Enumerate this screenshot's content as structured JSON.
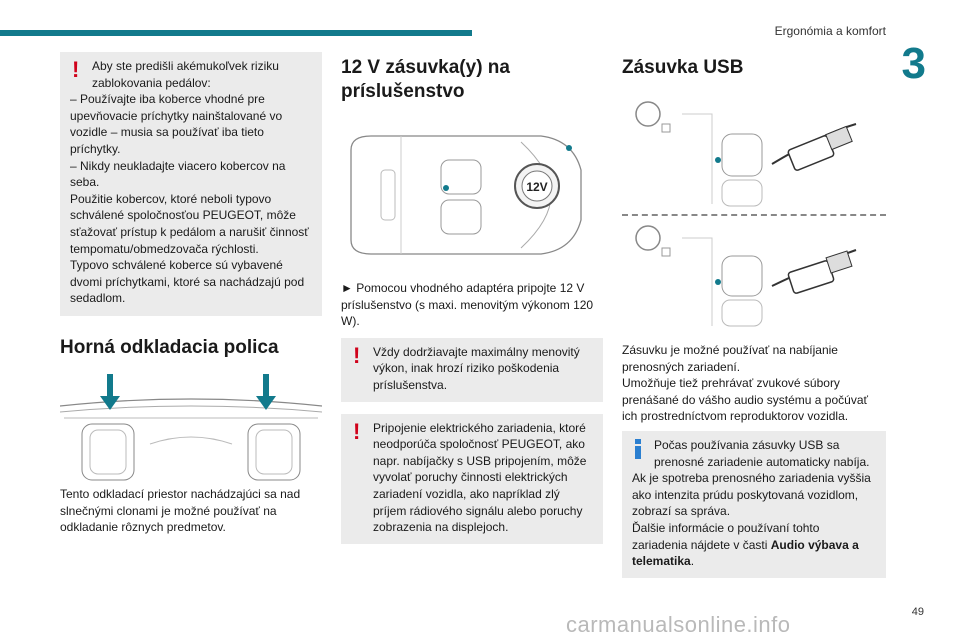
{
  "header": {
    "section": "Ergonómia a komfort",
    "chapter": "3"
  },
  "col1": {
    "warning": [
      "Aby ste predišli akémukoľvek riziku zablokovania pedálov:",
      "– Používajte iba koberce vhodné pre upevňovacie príchytky nainštalované vo vozidle – musia sa používať iba tieto príchytky.",
      "– Nikdy neukladajte viacero kobercov na seba.",
      "Použitie kobercov, ktoré neboli typovo schválené spoločnosťou PEUGEOT, môže sťažovať prístup k pedálom a narušiť činnosť tempomatu/obmedzovača rýchlosti.",
      "Typovo schválené koberce sú vybavené dvomi príchytkami, ktoré sa nachádzajú pod sedadlom."
    ],
    "heading": "Horná odkladacia polica",
    "text": "Tento odkladací priestor nachádzajúci sa nad slnečnými clonami je možné používať na odkladanie rôznych predmetov."
  },
  "col2": {
    "heading": "12 V zásuvka(y) na príslušenstvo",
    "socket_label": "12V",
    "instruction": "► Pomocou vhodného adaptéra pripojte 12 V príslušenstvo (s maxi. menovitým výkonom 120 W).",
    "warning1": "Vždy dodržiavajte maximálny menovitý výkon, inak hrozí riziko poškodenia príslušenstva.",
    "warning2": "Pripojenie elektrického zariadenia, ktoré neodporúča spoločnosť PEUGEOT, ako napr. nabíjačky s USB pripojením, môže vyvolať poruchy činnosti elektrických zariadení vozidla, ako napríklad zlý príjem rádiového signálu alebo poruchy zobrazenia na displejoch."
  },
  "col3": {
    "heading": "Zásuvka USB",
    "text": [
      "Zásuvku je možné používať na nabíjanie prenosných zariadení.",
      "Umožňuje tiež prehrávať zvukové súbory prenášané do vášho audio systému a počúvať ich prostredníctvom reproduktorov vozidla."
    ],
    "info": {
      "line1": "Počas používania zásuvky USB sa prenosné zariadenie automaticky nabíja.",
      "line2": "Ak je spotreba prenosného zariadenia vyššia ako intenzita prúdu poskytovaná vozidlom, zobrazí sa správa.",
      "line3_prefix": "Ďalšie informácie o používaní tohto zariadenia nájdete v časti ",
      "line3_bold": "Audio výbava a telematika",
      "line3_suffix": "."
    }
  },
  "footer": {
    "page": "49",
    "watermark": "carmanualsonline.info"
  },
  "colors": {
    "accent": "#127a8c",
    "warning": "#d0021b",
    "info": "#2b7fd0",
    "box": "#ebebeb"
  }
}
